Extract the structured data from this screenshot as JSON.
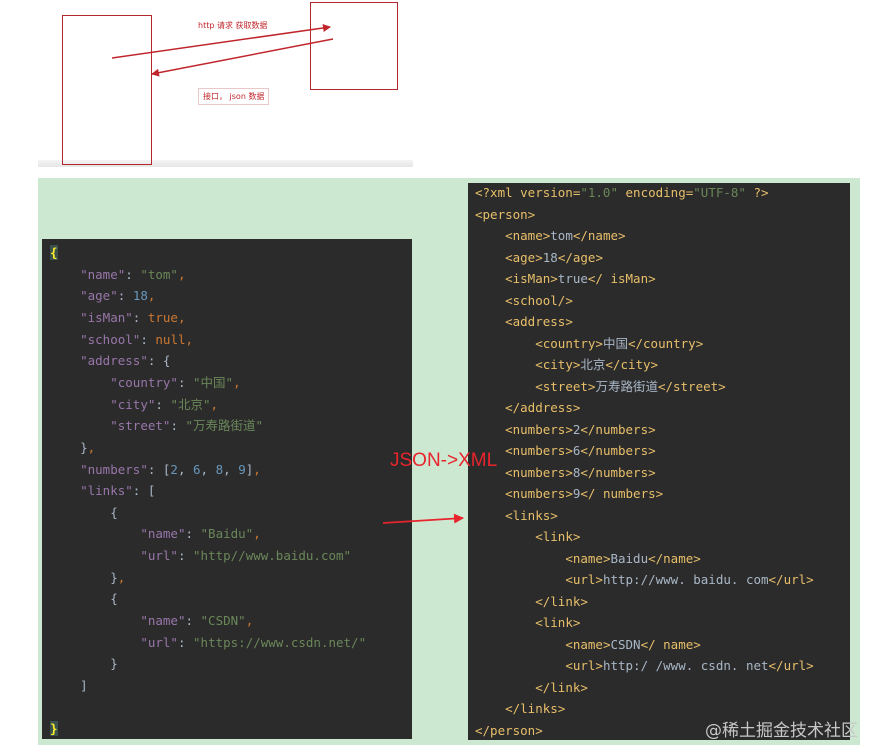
{
  "diagram": {
    "request_label": "http 请求 获取数据",
    "response_label": "接口， json 数据"
  },
  "transform_label": "JSON->XML",
  "json_code": {
    "lines": [
      "{",
      "    \"name\": \"tom\",",
      "    \"age\": 18,",
      "    \"isMan\": true,",
      "    \"school\": null,",
      "    \"address\": {",
      "        \"country\": \"中国\",",
      "        \"city\": \"北京\",",
      "        \"street\": \"万寿路街道\"",
      "    },",
      "    \"numbers\": [2, 6, 8, 9],",
      "    \"links\": [",
      "        {",
      "            \"name\": \"Baidu\",",
      "            \"url\": \"http//www.baidu.com\"",
      "        },",
      "        {",
      "            \"name\": \"CSDN\",",
      "            \"url\": \"https://www.csdn.net/\"",
      "        }",
      "    ]",
      "",
      "}"
    ]
  },
  "xml_code": {
    "lines": [
      "<?xml version=\"1.0\" encoding=\"UTF-8\" ?>",
      "<person>",
      "    <name>tom</name>",
      "    <age>18</age>",
      "    <isMan>true</ isMan>",
      "    <school/>",
      "    <address>",
      "        <country>中国</country>",
      "        <city>北京</city>",
      "        <street>万寿路街道</street>",
      "    </address>",
      "    <numbers>2</numbers>",
      "    <numbers>6</numbers>",
      "    <numbers>8</numbers>",
      "    <numbers>9</ numbers>",
      "    <links>",
      "        <link>",
      "            <name>Baidu</name>",
      "            <url>http://www. baidu. com</url>",
      "        </link>",
      "        <link>",
      "            <name>CSDN</ name>",
      "            <url>http:/ /www. csdn. net</url>",
      "        </link>",
      "    </links>",
      "</person>"
    ]
  },
  "watermark": "@稀土掘金技术社区",
  "colors": {
    "accent_red": "#c0262c",
    "editor_bg": "#2b2b2b",
    "green_bg": "#cde8d1",
    "json_key": "#9876aa",
    "json_string": "#6a8759",
    "json_number": "#6897bb",
    "json_keyword": "#cc7832",
    "xml_tag": "#e8bf6a"
  }
}
